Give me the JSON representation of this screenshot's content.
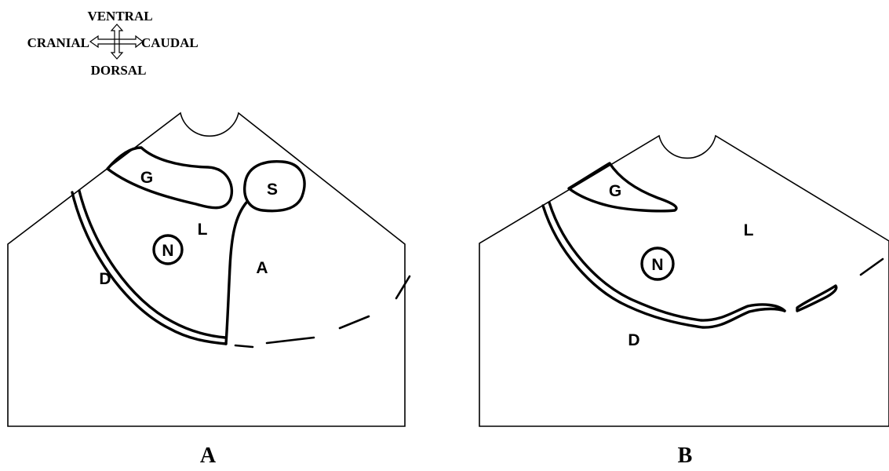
{
  "orientation": {
    "top": "VENTRAL",
    "left": "CRANIAL",
    "right": "CAUDAL",
    "bottom": "DORSAL",
    "icon": "four-way-arrow-icon"
  },
  "panels": {
    "a": {
      "caption": "A",
      "labels": {
        "gallbladder": "G",
        "stomach": "S",
        "liver": "L",
        "node": "N",
        "aorta": "A",
        "diaphragm": "D"
      }
    },
    "b": {
      "caption": "B",
      "labels": {
        "gallbladder": "G",
        "liver": "L",
        "node": "N",
        "diaphragm": "D"
      }
    }
  }
}
